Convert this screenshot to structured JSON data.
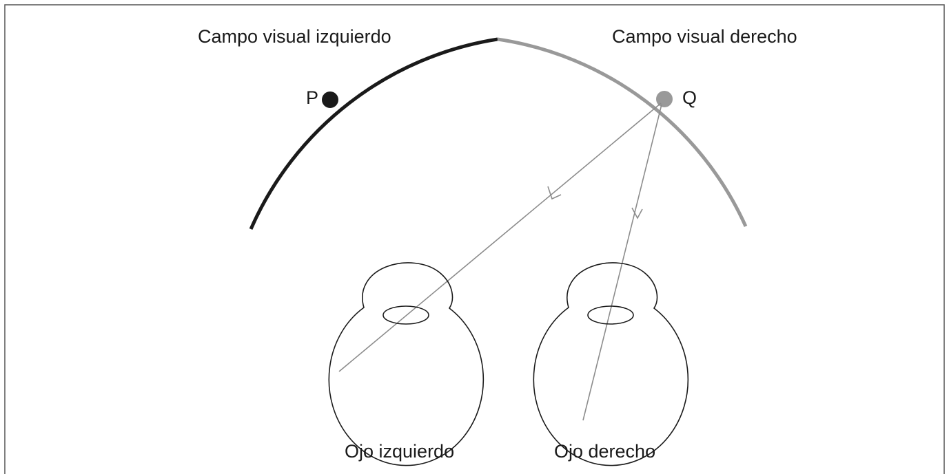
{
  "labels": {
    "left_field": "Campo visual izquierdo",
    "right_field": "Campo visual derecho",
    "point_p": "P",
    "point_q": "Q",
    "left_eye": "Ojo izquierdo",
    "right_eye": "Ojo derecho"
  },
  "colors": {
    "left_field_arc": "#1a1a1a",
    "right_field_arc": "#999999",
    "point_p": "#1a1a1a",
    "point_q": "#999999",
    "light_rays": "#8c8c8c",
    "eye_outline": "#1a1a1a",
    "frame": "#555555"
  }
}
